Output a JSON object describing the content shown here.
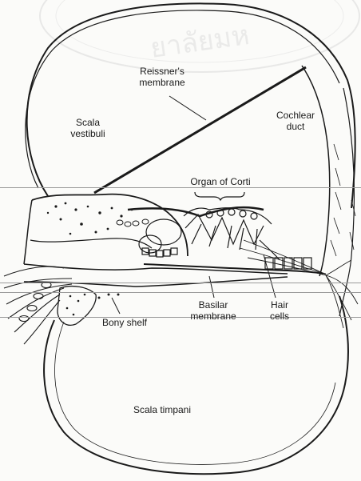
{
  "labels": {
    "reissner": [
      "Reissner's",
      "membrane"
    ],
    "scala_vestibuli": [
      "Scala",
      "vestibuli"
    ],
    "cochlear_duct": [
      "Cochlear",
      "duct"
    ],
    "organ_of_corti": "Organ of Corti",
    "basilar": [
      "Basilar",
      "membrane"
    ],
    "hair_cells": [
      "Hair",
      "cells"
    ],
    "bony_shelf": "Bony shelf",
    "scala_timpani": "Scala timpani"
  },
  "watermark": "มหาวิทยาลัยมหิดล",
  "colors": {
    "ink": "#1a1a1a",
    "paper": "#fbfbf9",
    "watermark": "#d9d9d9"
  }
}
